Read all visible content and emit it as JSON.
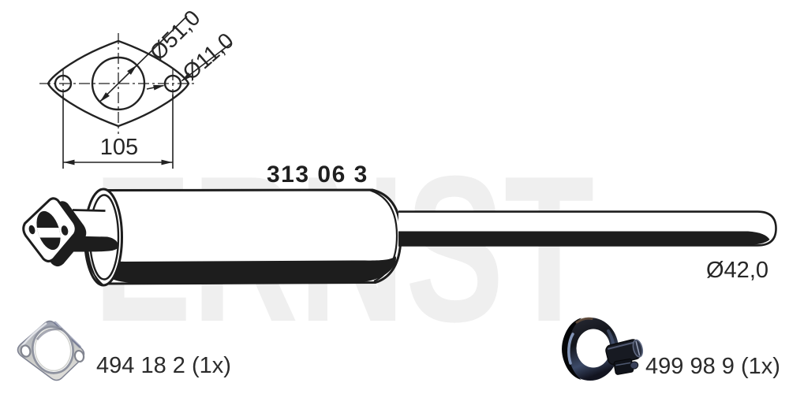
{
  "watermark": {
    "text": "ERNST"
  },
  "drawing": {
    "part_number": "313 06 3",
    "pipe_diameter_label": "Ø42,0",
    "flange": {
      "pipe_diameter_label": "Ø51,0",
      "bolt_hole_diameter_label": "Ø11,0",
      "bolt_spacing_label": "105"
    }
  },
  "accessories": [
    {
      "label": "494 18 2 (1x)",
      "part_number": "494 18 2",
      "quantity": "1x",
      "item": "flange-gasket-icon"
    },
    {
      "label": "499 98 9 (1x)",
      "part_number": "499 98 9",
      "quantity": "1x",
      "item": "pipe-clamp-icon"
    }
  ],
  "colors": {
    "line": "#1f1f1f",
    "text": "#262626",
    "watermark": "#efefef",
    "gasket_metal": "#b9bcc0",
    "clamp_metal": "#13151b",
    "clamp_highlight": "#8fa3c8"
  }
}
